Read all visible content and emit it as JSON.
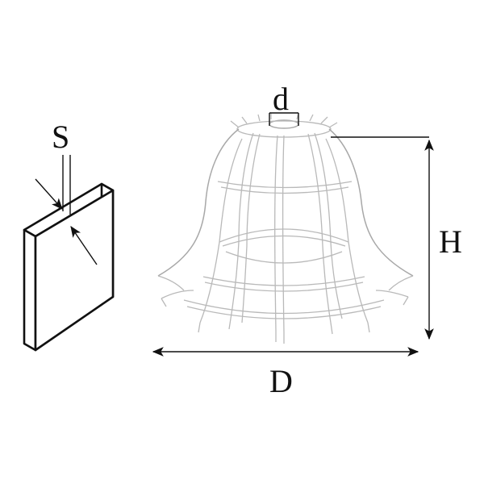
{
  "labels": {
    "thickness": "S",
    "inner_diameter": "d",
    "height": "H",
    "outer_diameter": "D"
  },
  "colors": {
    "ink": "#111111",
    "cage_stroke": "#b9b9b9",
    "background": "#ffffff"
  }
}
